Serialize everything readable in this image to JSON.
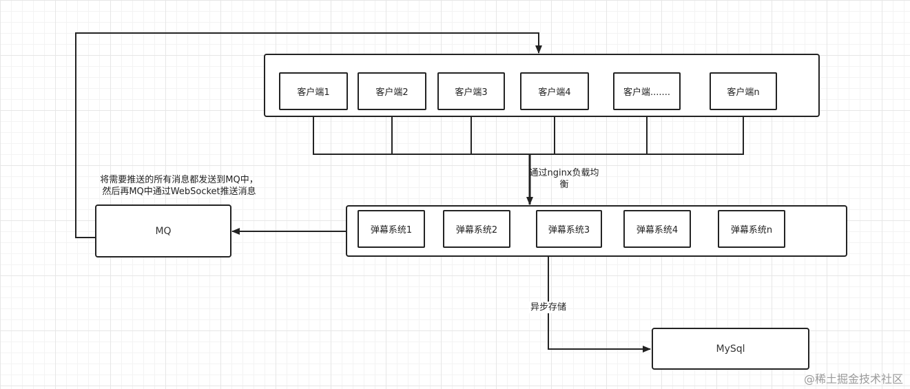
{
  "clients": [
    {
      "label": "客户端1"
    },
    {
      "label": "客户端2"
    },
    {
      "label": "客户端3"
    },
    {
      "label": "客户端4"
    },
    {
      "label": "客户端......."
    },
    {
      "label": "客户端n"
    }
  ],
  "danmaku": [
    {
      "label": "弹幕系统1"
    },
    {
      "label": "弹幕系统2"
    },
    {
      "label": "弹幕系统3"
    },
    {
      "label": "弹幕系统4"
    },
    {
      "label": "弹幕系统n"
    }
  ],
  "mq": {
    "label": "MQ"
  },
  "mysql": {
    "label": "MySql"
  },
  "labels": {
    "nginx_line1": "通过nginx负载均",
    "nginx_line2": "衡",
    "async_storage": "异步存储",
    "mq_note_line1": "将需要推送的所有消息都发送到MQ中，",
    "mq_note_line2": "然后再MQ中通过WebSocket推送消息"
  },
  "watermark": "@稀土掘金技术社区",
  "colors": {
    "stroke": "#222222",
    "grid": "#e6e6e6",
    "watermark": "#9a9a9a"
  }
}
